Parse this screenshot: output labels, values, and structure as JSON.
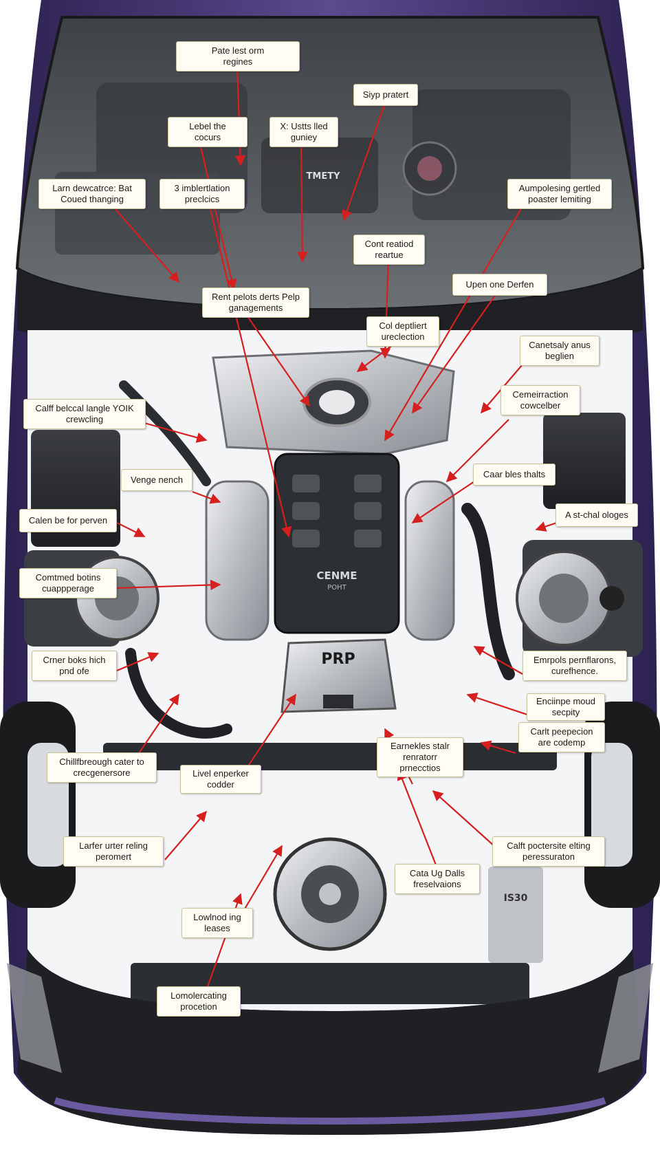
{
  "colors": {
    "body_paint": "#4a3a78",
    "body_paint_dark": "#2c2250",
    "glass": "#5d6166",
    "engine_metal": "#c9cdd1",
    "leader_line": "#d61f1f",
    "label_bg": "#fffdf4",
    "label_border": "#c9c29a"
  },
  "engine_badge": {
    "brand": "PRP",
    "cover_line1": "CENME",
    "cover_line2": "POHT",
    "cabin_plate": "TMETY",
    "side_plate": "IS30"
  },
  "labels": [
    "Pate lest orm\nregines",
    "Siyp pratert",
    "Lebel the\ncocurs",
    "X: Ustts lled\nguniey",
    "Larn dewcatrce: Bat\nCoued thanging",
    "3 imblertlation\npreclcics",
    "Aumpolesing gertled\npoaster lemiting",
    "Cont reatiod\nreartue",
    "Upen one Derfen",
    "Rent pelots derts Pelp\nganagements",
    "Col deptliert\nureclection",
    "Canetsaly anus\nbeglien",
    "Calff belccal langle YOIK\ncrewcling",
    "Cemeirraction\ncowcelber",
    "Venge nench",
    "Caar bles thalts",
    "Calen be for perven",
    "A st-chal ologes",
    "Comtmed botins\ncuappperage",
    "Crner boks hich\npnd ofe",
    "Emrpols pernflarons,\ncurefhence.",
    "Enciinpe moud\nsecpity",
    "Carlt peepecion\nare codemp",
    "Earnekles stalr\nrenratorr\nprnecctios",
    "Chillfbreough cater to\ncrecgenersore",
    "Livel enperker\ncodder",
    "Larfer urter reling\nperomert",
    "Calft poctersite elting\nperessuraton",
    "Cata Ug Dalls\nfreselvaions",
    "Lowlnod ing\nleases",
    "Lomolercating\nprocetion"
  ]
}
